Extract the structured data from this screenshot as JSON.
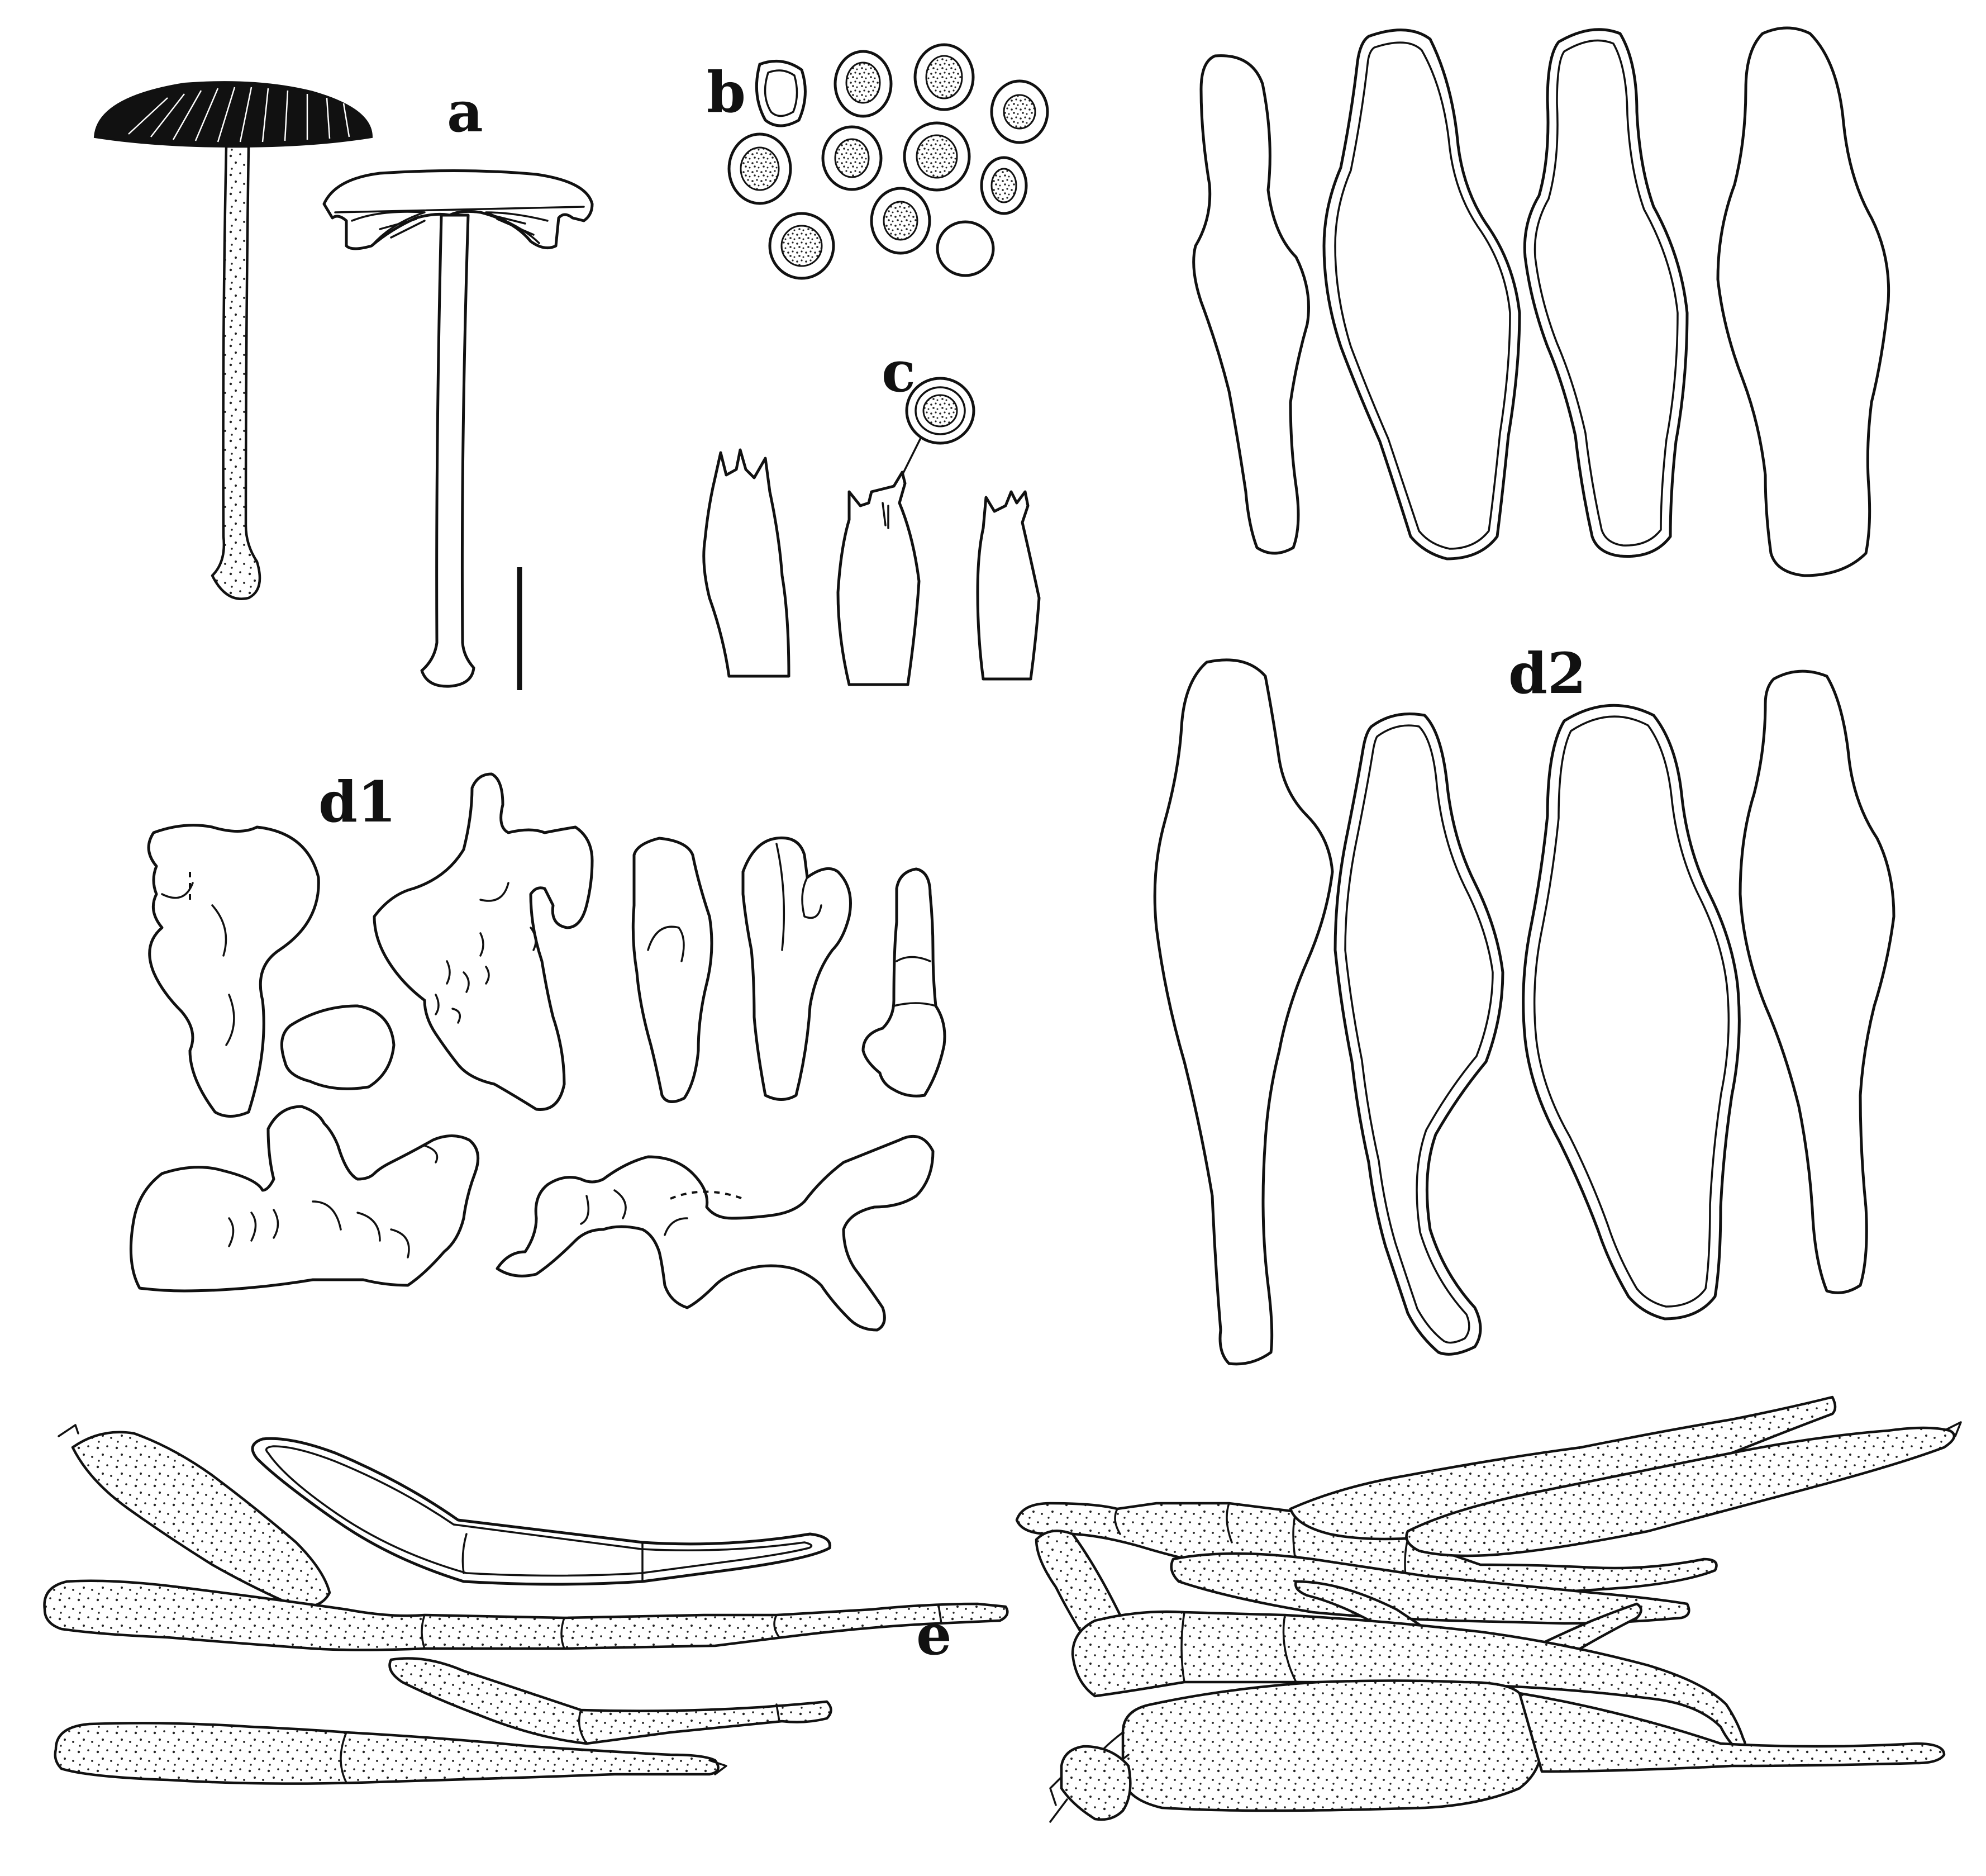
{
  "panels": {
    "a": "a",
    "b": "b",
    "c": "c",
    "d1": "d1",
    "d2": "d2",
    "e": "e"
  },
  "colors": {
    "ink": "#111111",
    "paper": "#ffffff"
  }
}
